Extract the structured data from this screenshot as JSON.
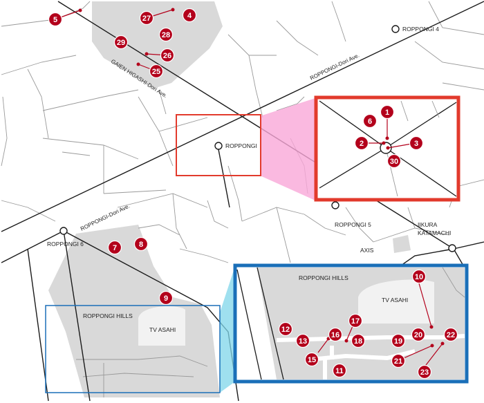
{
  "labels": {
    "roppongi": "ROPPONGI",
    "roppongi4": "ROPPONGI 4",
    "roppongi5": "ROPPONGI 5",
    "roppongi6": "ROPPONGI 6",
    "iikura1": "IIKURA",
    "iikura2": "KATAMACHI",
    "axis": "AXIS",
    "gaien": "GAIEN HIGASHI-Dori Ave.",
    "roppongi_dori_ne": "ROPPONGI-Dori Ave.",
    "roppongi_dori_sw": "ROPPONGI-Dori Ave.",
    "hills_main": "ROPPONGI HILLS",
    "tvasahi_main": "TV ASAHI",
    "hills_inset": "ROPPONGI HILLS",
    "tvasahi_inset": "TV ASAHI"
  },
  "markers": {
    "m5": "5",
    "m27": "27",
    "m4": "4",
    "m28": "28",
    "m29": "29",
    "m26": "26",
    "m25": "25",
    "m7": "7",
    "m8": "8",
    "m9": "9",
    "m1": "1",
    "m6": "6",
    "m2": "2",
    "m3": "3",
    "m30": "30",
    "m10": "10",
    "m12": "12",
    "m13": "13",
    "m16": "16",
    "m17": "17",
    "m18": "18",
    "m15": "15",
    "m11": "11",
    "m19": "19",
    "m20": "20",
    "m22": "22",
    "m21": "21",
    "m23": "23"
  },
  "colors": {
    "marker": "#b3001b",
    "red_frame": "#e23a2c",
    "blue_frame": "#1a6fb8",
    "block": "#d9d9d9",
    "road": "#1a1a1a"
  }
}
